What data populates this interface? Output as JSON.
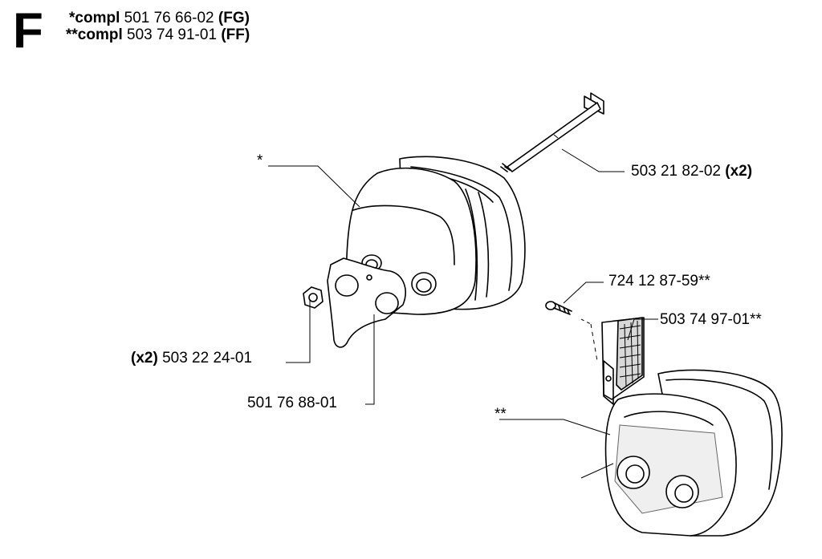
{
  "section": "F",
  "header": {
    "line1": {
      "prefix": "*compl",
      "number": "501 76 66-02",
      "variant": "(FG)"
    },
    "line2": {
      "prefix": "**compl",
      "number": "503 74 91-01",
      "variant": "(FF)"
    }
  },
  "callouts": {
    "star_single": "*",
    "star_double": "**",
    "bolt": {
      "number": "503 21 82-02",
      "qty": "(x2)"
    },
    "nut": {
      "qty": "(x2)",
      "number": "503 22 24-01"
    },
    "gasket": {
      "number": "501 76 88-01"
    },
    "screw": {
      "number": "724 12 87-59**"
    },
    "screen": {
      "number": "503 74 97-01**"
    }
  }
}
